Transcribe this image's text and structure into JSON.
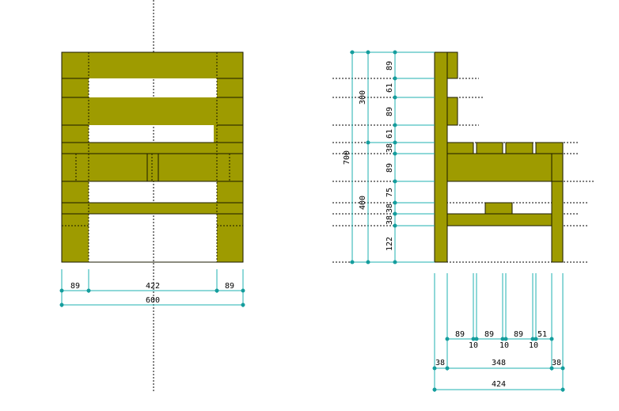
{
  "colors": {
    "wood": "#9e9b00",
    "outline": "#1a1a00",
    "dimension": "#1fb0b0",
    "node": "#159d9d",
    "guide": "#000000",
    "background": "#ffffff"
  },
  "front_view": {
    "dims": {
      "leg_left": "89",
      "inner_width": "422",
      "leg_right": "89",
      "total_width": "600"
    }
  },
  "side_view": {
    "dims_vertical": {
      "total_height": "700",
      "upper": "300",
      "lower": "400",
      "back_slat_1": "89",
      "gap_1": "61",
      "back_slat_2": "89",
      "gap_2": "61",
      "seat_board": "38",
      "apron": "89",
      "gap_3": "75",
      "rail_top": "38",
      "rail_bottom": "38",
      "foot": "122"
    },
    "dims_horizontal": {
      "slat_1": "89",
      "slat_2": "89",
      "slat_3": "89",
      "slat_4": "51",
      "gap_1": "10",
      "gap_2": "10",
      "gap_3": "10",
      "post_left": "38",
      "inner_depth": "348",
      "post_right": "38",
      "total_depth": "424"
    }
  }
}
